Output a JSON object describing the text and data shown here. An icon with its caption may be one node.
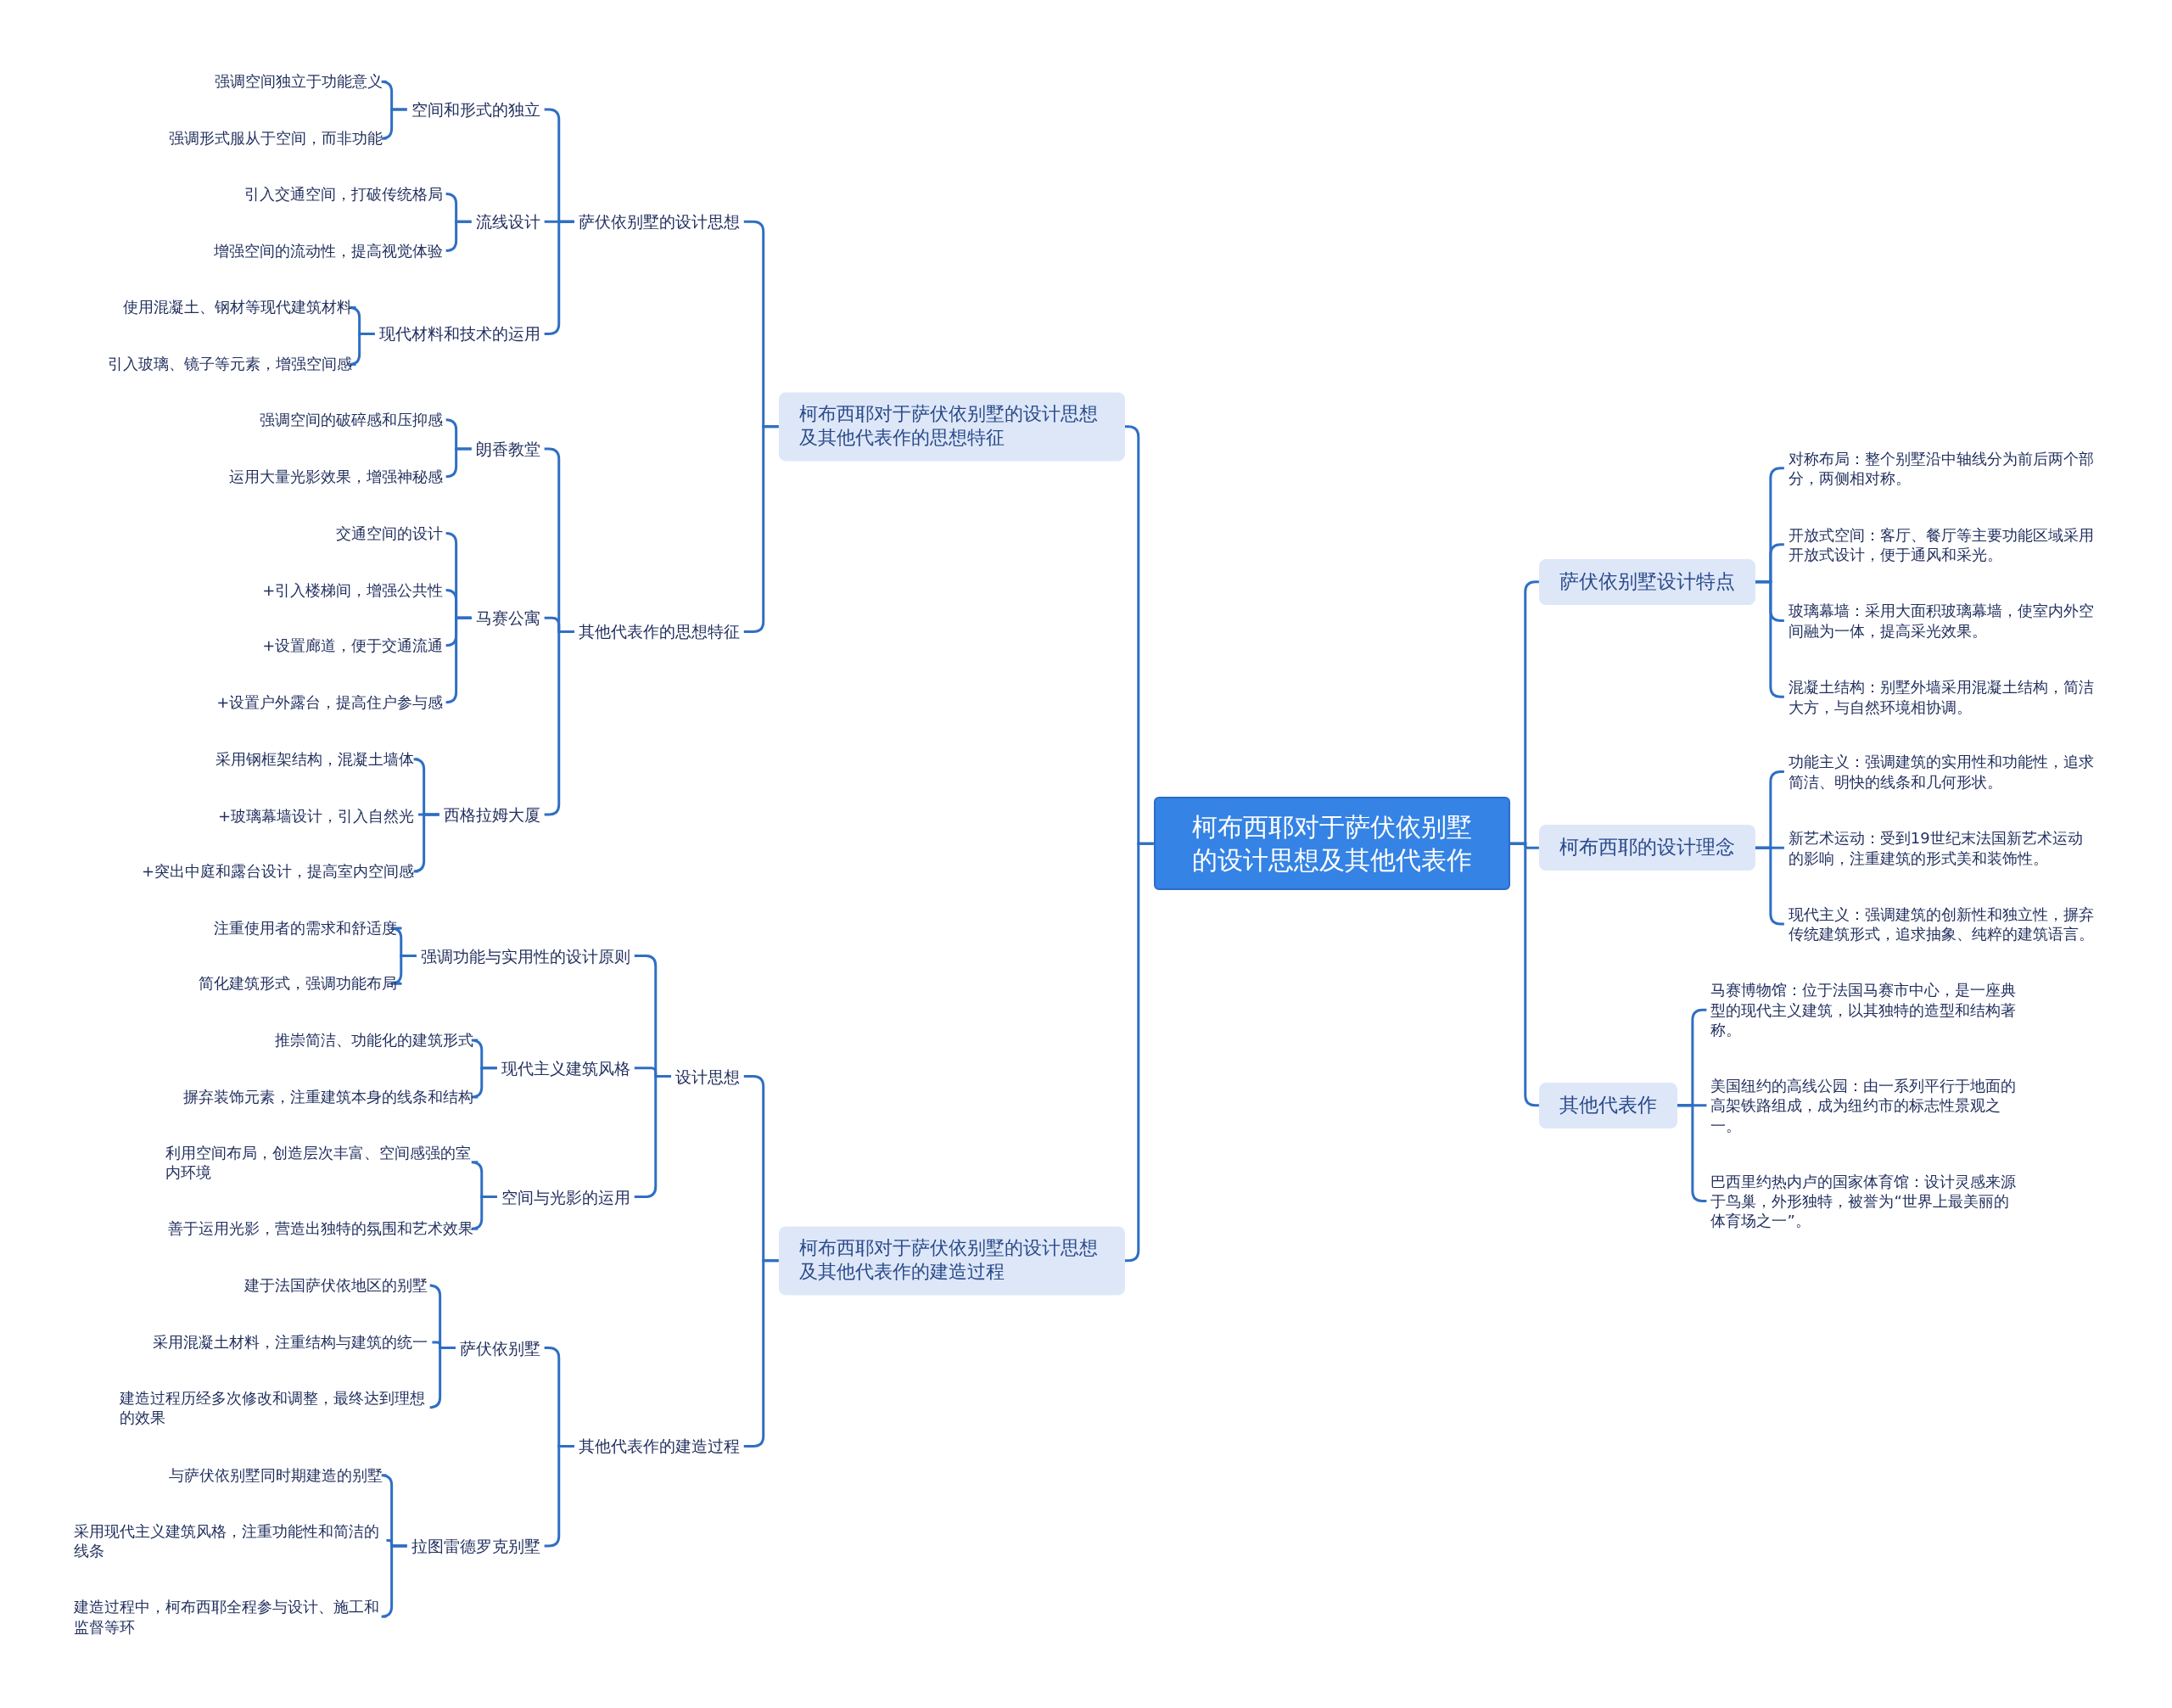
{
  "diagram": {
    "nodes": [
      {
        "text": [
          "柯布西耶对于萨伏依别墅的设计思想及其他代表作"
        ]
      },
      {
        "text": [
          "柯布西耶对于萨伏依别墅的设计思想及其他代表作的思想特征"
        ]
      },
      {
        "text": [
          "萨伏依别墅的设计思想"
        ]
      },
      {
        "text": [
          "空间和形式的独立"
        ]
      },
      {
        "text": [
          "强调空间独立于功能意义"
        ]
      },
      {
        "text": [
          "强调形式服从于空间，而非功能"
        ]
      },
      {
        "text": [
          "流线设计"
        ]
      },
      {
        "text": [
          "引入交通空间，打破传统格局"
        ]
      },
      {
        "text": [
          "增强空间的流动性，提高视觉体验"
        ]
      },
      {
        "text": [
          "现代材料和技术的运用"
        ]
      },
      {
        "text": [
          "使用混凝土、钢材等现代建筑材料"
        ]
      },
      {
        "text": [
          "引入玻璃、镜子等元素，增强空间感"
        ]
      },
      {
        "text": [
          "其他代表作的思想特征"
        ]
      },
      {
        "text": [
          "朗香教堂"
        ]
      },
      {
        "text": [
          "强调空间的破碎感和压抑感"
        ]
      },
      {
        "text": [
          "运用大量光影效果，增强神秘感"
        ]
      },
      {
        "text": [
          "马赛公寓"
        ]
      },
      {
        "text": [
          "交通空间的设计"
        ]
      },
      {
        "text": [
          "+引入楼梯间，增强公共性"
        ]
      },
      {
        "text": [
          "+设置廊道，便于交通流通"
        ]
      },
      {
        "text": [
          "+设置户外露台，提高住户参与感"
        ]
      },
      {
        "text": [
          "西格拉姆大厦"
        ]
      },
      {
        "text": [
          "采用钢框架结构，混凝土墙体"
        ]
      },
      {
        "text": [
          "+玻璃幕墙设计，引入自然光"
        ]
      },
      {
        "text": [
          "+突出中庭和露台设计，提高室内空间感"
        ]
      },
      {
        "text": [
          "柯布西耶对于萨伏依别墅的设计思想及其他代表作的建造过程"
        ]
      },
      {
        "text": [
          "设计思想"
        ]
      },
      {
        "text": [
          "强调功能与实用性的设计原则"
        ]
      },
      {
        "text": [
          "注重使用者的需求和舒适度"
        ]
      },
      {
        "text": [
          "简化建筑形式，强调功能布局"
        ]
      },
      {
        "text": [
          "现代主义建筑风格"
        ]
      },
      {
        "text": [
          "推崇简洁、功能化的建筑形式"
        ]
      },
      {
        "text": [
          "摒弃装饰元素，注重建筑本身的线条和结构"
        ]
      },
      {
        "text": [
          "空间与光影的运用"
        ]
      },
      {
        "text": [
          "利用空间布局，创造层次丰富、空间感强的室内环境"
        ]
      },
      {
        "text": [
          "善于运用光影，营造出独特的氛围和艺术效果"
        ]
      },
      {
        "text": [
          "其他代表作的建造过程"
        ]
      },
      {
        "text": [
          "萨伏依别墅"
        ]
      },
      {
        "text": [
          "建于法国萨伏依地区的别墅"
        ]
      },
      {
        "text": [
          "采用混凝土材料，注重结构与建筑的统一"
        ]
      },
      {
        "text": [
          "建造过程历经多次修改和调整，最终达到理想的效果"
        ]
      },
      {
        "text": [
          "拉图雷德罗克别墅"
        ]
      },
      {
        "text": [
          "与萨伏依别墅同时期建造的别墅"
        ]
      },
      {
        "text": [
          "采用现代主义建筑风格，注重功能性和简洁的线条"
        ]
      },
      {
        "text": [
          "建造过程中，柯布西耶全程参与设计、施工和监督等环"
        ]
      },
      {
        "text": [
          "萨伏依别墅设计特点"
        ]
      },
      {
        "text": [
          "对称布局：整个别墅沿中轴线分为前后两个部分，两侧相对称。"
        ]
      },
      {
        "text": [
          "开放式空间：客厅、餐厅等主要功能区域采用开放式设计，便于通风和采光。"
        ]
      },
      {
        "text": [
          "玻璃幕墙：采用大面积玻璃幕墙，使室内外空间融为一体，提高采光效果。"
        ]
      },
      {
        "text": [
          "混凝土结构：别墅外墙采用混凝土结构，简洁大方，与自然环境相协调。"
        ]
      },
      {
        "text": [
          "柯布西耶的设计理念"
        ]
      },
      {
        "text": [
          "功能主义：强调建筑的实用性和功能性，追求简洁、明快的线条和几何形状。"
        ]
      },
      {
        "text": [
          "新艺术运动：受到19世纪末法国新艺术运动的影响，注重建筑的形式美和装饰性。"
        ]
      },
      {
        "text": [
          "现代主义：强调建筑的创新性和独立性，摒弃传统建筑形式，追求抽象、纯粹的建筑语言。"
        ]
      },
      {
        "text": [
          "其他代表作"
        ]
      },
      {
        "text": [
          "马赛博物馆：位于法国马赛市中心，是一座典型的现代主义建筑，以其独特的造型和结构著称。"
        ]
      },
      {
        "text": [
          "美国纽约的高线公园：由一系列平行于地面的高架铁路组成，成为纽约市的标志性景观之一。"
        ]
      },
      {
        "text": [
          "巴西里约热内卢的国家体育馆：设计灵感来源于鸟巢，外形独特，被誉为“世界上最美丽的体育场之一”。"
        ]
      }
    ],
    "edges": [
      {
        "from": 0,
        "to": 1,
        "arrow": "none"
      },
      {
        "from": 1,
        "to": 2,
        "arrow": "none"
      },
      {
        "from": 2,
        "to": 3,
        "arrow": "none"
      },
      {
        "from": 3,
        "to": 4,
        "arrow": "none"
      },
      {
        "from": 3,
        "to": 5,
        "arrow": "none"
      },
      {
        "from": 2,
        "to": 6,
        "arrow": "none"
      },
      {
        "from": 6,
        "to": 7,
        "arrow": "none"
      },
      {
        "from": 6,
        "to": 8,
        "arrow": "none"
      },
      {
        "from": 2,
        "to": 9,
        "arrow": "none"
      },
      {
        "from": 9,
        "to": 10,
        "arrow": "none"
      },
      {
        "from": 9,
        "to": 11,
        "arrow": "none"
      },
      {
        "from": 1,
        "to": 12,
        "arrow": "none"
      },
      {
        "from": 12,
        "to": 13,
        "arrow": "none"
      },
      {
        "from": 13,
        "to": 14,
        "arrow": "none"
      },
      {
        "from": 13,
        "to": 15,
        "arrow": "none"
      },
      {
        "from": 12,
        "to": 16,
        "arrow": "none"
      },
      {
        "from": 16,
        "to": 17,
        "arrow": "none"
      },
      {
        "from": 16,
        "to": 18,
        "arrow": "none"
      },
      {
        "from": 16,
        "to": 19,
        "arrow": "none"
      },
      {
        "from": 16,
        "to": 20,
        "arrow": "none"
      },
      {
        "from": 12,
        "to": 21,
        "arrow": "none"
      },
      {
        "from": 21,
        "to": 22,
        "arrow": "none"
      },
      {
        "from": 21,
        "to": 23,
        "arrow": "none"
      },
      {
        "from": 21,
        "to": 24,
        "arrow": "none"
      },
      {
        "from": 0,
        "to": 25,
        "arrow": "none"
      },
      {
        "from": 25,
        "to": 26,
        "arrow": "none"
      },
      {
        "from": 26,
        "to": 27,
        "arrow": "none"
      },
      {
        "from": 27,
        "to": 28,
        "arrow": "none"
      },
      {
        "from": 27,
        "to": 29,
        "arrow": "none"
      },
      {
        "from": 26,
        "to": 30,
        "arrow": "none"
      },
      {
        "from": 30,
        "to": 31,
        "arrow": "none"
      },
      {
        "from": 30,
        "to": 32,
        "arrow": "none"
      },
      {
        "from": 26,
        "to": 33,
        "arrow": "none"
      },
      {
        "from": 33,
        "to": 34,
        "arrow": "none"
      },
      {
        "from": 33,
        "to": 35,
        "arrow": "none"
      },
      {
        "from": 25,
        "to": 36,
        "arrow": "none"
      },
      {
        "from": 36,
        "to": 37,
        "arrow": "none"
      },
      {
        "from": 37,
        "to": 38,
        "arrow": "none"
      },
      {
        "from": 37,
        "to": 39,
        "arrow": "none"
      },
      {
        "from": 37,
        "to": 40,
        "arrow": "none"
      },
      {
        "from": 36,
        "to": 41,
        "arrow": "none"
      },
      {
        "from": 41,
        "to": 42,
        "arrow": "none"
      },
      {
        "from": 41,
        "to": 43,
        "arrow": "none"
      },
      {
        "from": 41,
        "to": 44,
        "arrow": "none"
      },
      {
        "from": 0,
        "to": 45,
        "arrow": "none"
      },
      {
        "from": 45,
        "to": 46,
        "arrow": "none"
      },
      {
        "from": 45,
        "to": 47,
        "arrow": "none"
      },
      {
        "from": 45,
        "to": 48,
        "arrow": "none"
      },
      {
        "from": 45,
        "to": 49,
        "arrow": "none"
      },
      {
        "from": 0,
        "to": 50,
        "arrow": "none"
      },
      {
        "from": 50,
        "to": 51,
        "arrow": "none"
      },
      {
        "from": 50,
        "to": 52,
        "arrow": "none"
      },
      {
        "from": 50,
        "to": 53,
        "arrow": "none"
      },
      {
        "from": 0,
        "to": 54,
        "arrow": "none"
      },
      {
        "from": 54,
        "to": 55,
        "arrow": "none"
      },
      {
        "from": 54,
        "to": 56,
        "arrow": "none"
      },
      {
        "from": 54,
        "to": 57,
        "arrow": "none"
      }
    ]
  }
}
